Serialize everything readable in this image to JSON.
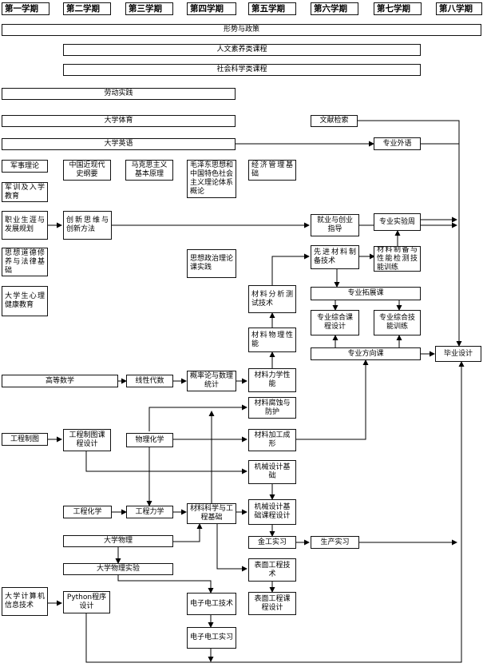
{
  "semesters": [
    "第一学期",
    "第二学期",
    "第三学期",
    "第四学期",
    "第五学期",
    "第六学期",
    "第七学期",
    "第八学期"
  ],
  "spans": {
    "policy": "形势与政策",
    "humanities": "人文素养类课程",
    "social": "社会科学类课程",
    "labor": "劳动实践",
    "pe": "大学体育",
    "english": "大学英语"
  },
  "courses": {
    "military_theory": "军事理论",
    "military_training": "军训及入学教育",
    "career": "职业生涯与发展规划",
    "ethics": "思想道德修养与法律基础",
    "mental": "大学生心理健康教育",
    "math": "高等数学",
    "drawing": "工程制图",
    "computer": "大学计算机信息技术",
    "modern_history": "中国近现代史纲要",
    "innovation": "创新思维与创新方法",
    "drawing_design": "工程制图课程设计",
    "engineering_chem": "工程化学",
    "python": "Python程序设计",
    "physics": "大学物理",
    "physics_lab": "大学物理实验",
    "marxism": "马克思主义基本原理",
    "linear_algebra": "线性代数",
    "physical_chem": "物理化学",
    "mechanics": "工程力学",
    "mao": "毛泽东思想和中国特色社会主义理论体系概论",
    "politics_practice": "思想政治理论课实践",
    "probability": "概率论与数理统计",
    "materials_science": "材料科学与工程基础",
    "electrical": "电子电工技术",
    "electrical_lab": "电子电工实习",
    "economics": "经济管理基础",
    "analysis": "材料分析测试技术",
    "materials_physics": "材料物理性能",
    "materials_mechanics": "材料力学性能",
    "corrosion": "材料腐蚀与防护",
    "processing": "材料加工成形",
    "machine_design": "机械设计基础",
    "machine_course": "机械设计基础课程设计",
    "metalwork": "金工实习",
    "surface": "表面工程技术",
    "surface_course": "表面工程课程设计",
    "literature": "文献检索",
    "professional_english": "专业外语",
    "employment": "就业与创业指导",
    "advanced_prep": "先进材料制备技术",
    "expansion": "专业拓展课",
    "comprehensive_design": "专业综合课程设计",
    "direction": "专业方向课",
    "production": "生产实习",
    "experiment_week": "专业实验周",
    "prep_testing": "材料制备与性能检测技能训练",
    "comprehensive_skill": "专业综合技能训练",
    "graduation": "毕业设计"
  }
}
